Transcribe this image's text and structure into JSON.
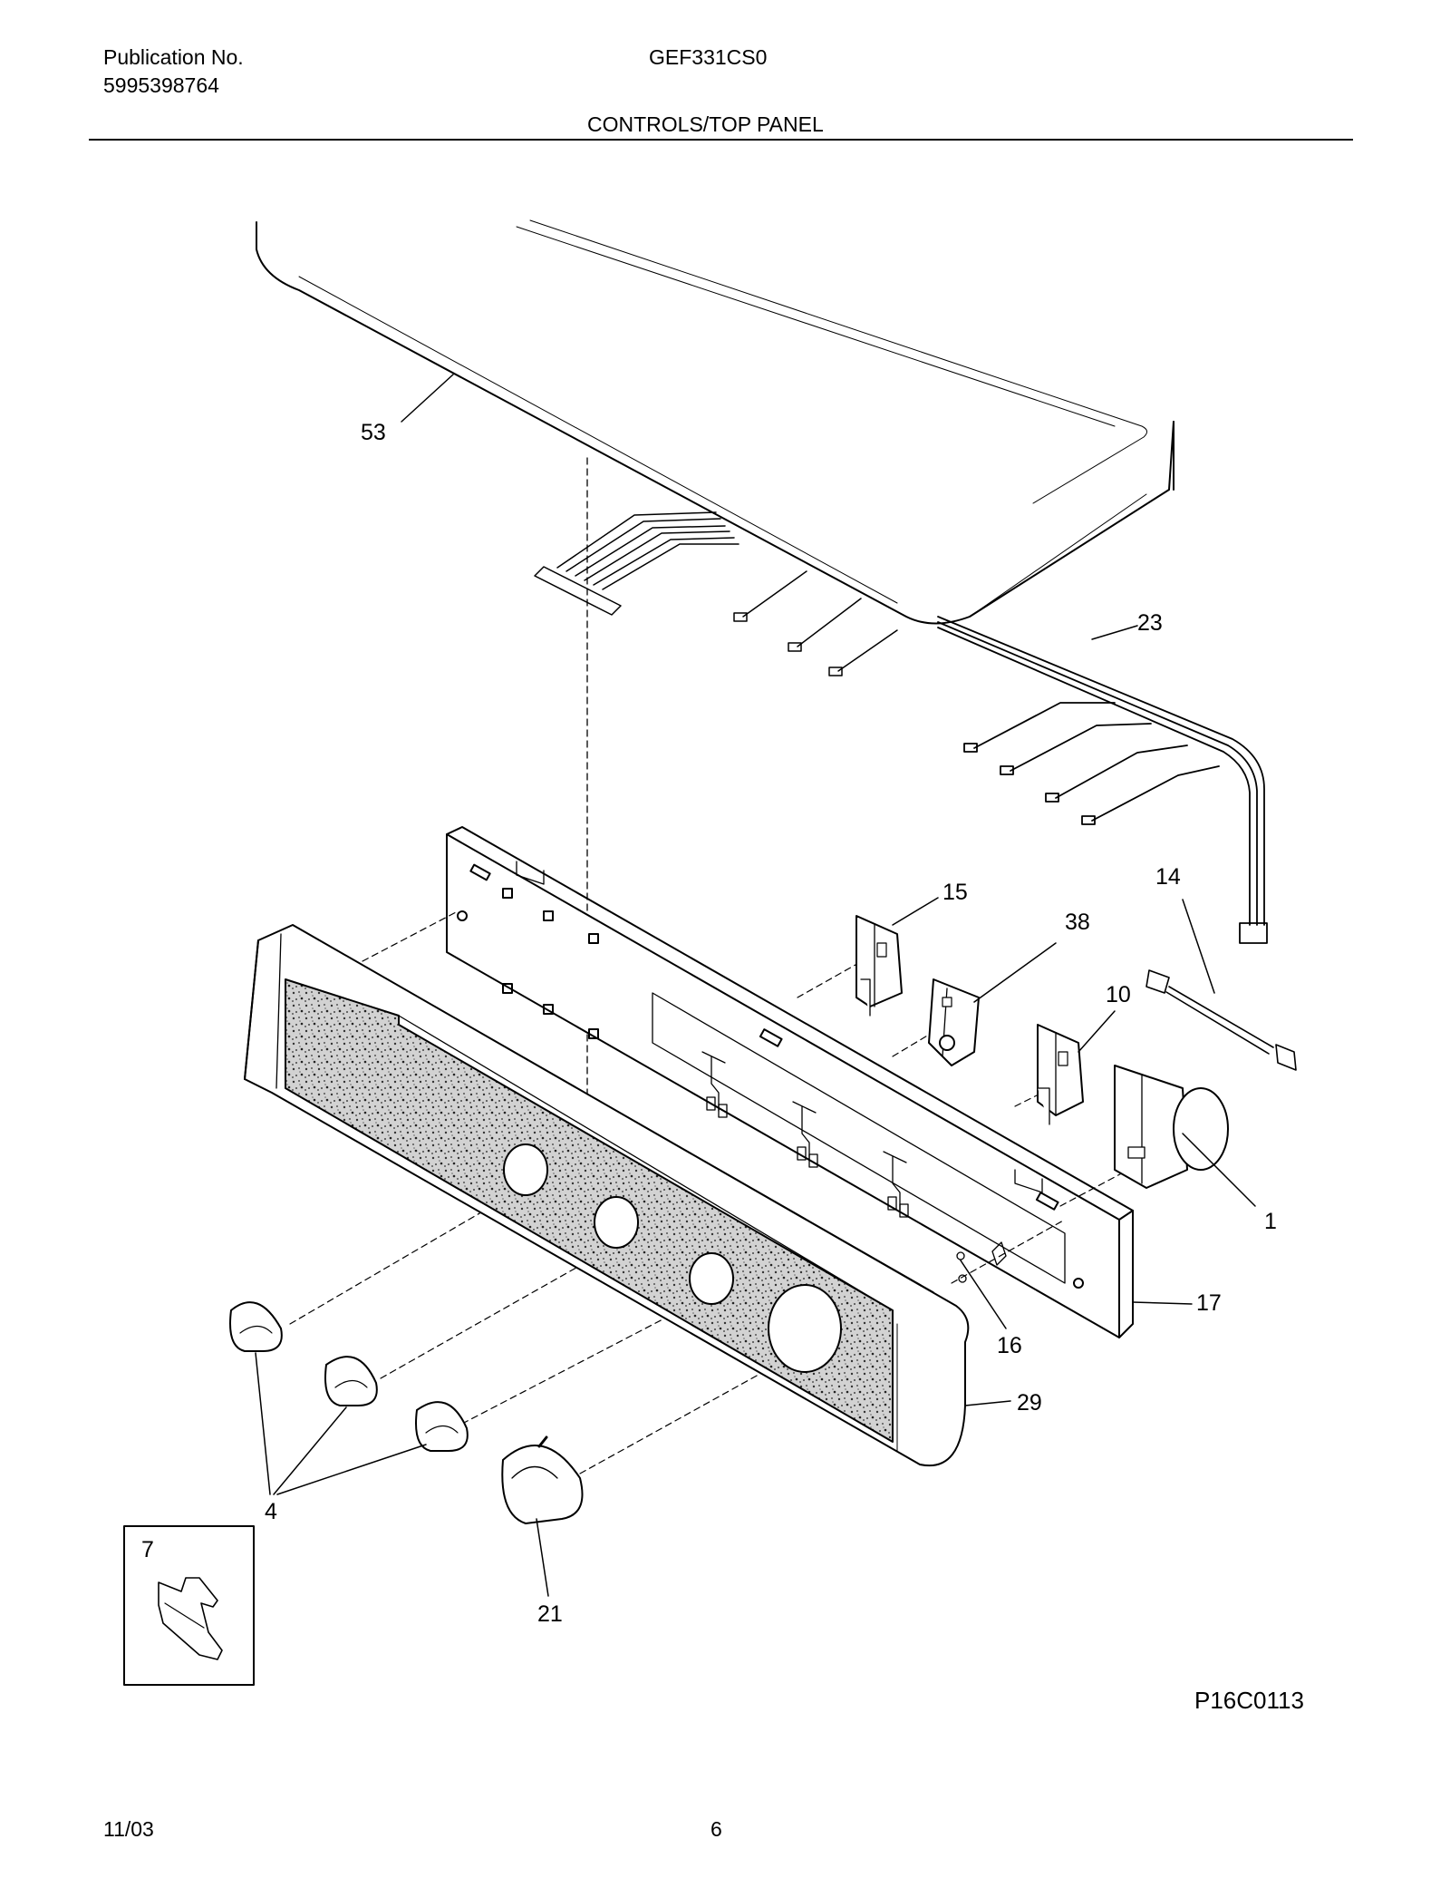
{
  "header": {
    "publication_label": "Publication No.",
    "publication_number": "5995398764",
    "model": "GEF331CS0",
    "section_title": "CONTROLS/TOP PANEL"
  },
  "callouts": {
    "c53": "53",
    "c23": "23",
    "c14": "14",
    "c15": "15",
    "c38": "38",
    "c10": "10",
    "c1": "1",
    "c17": "17",
    "c16": "16",
    "c29": "29",
    "c4": "4",
    "c7": "7",
    "c21": "21"
  },
  "footer": {
    "figure_code": "P16C0113",
    "date": "11/03",
    "page_number": "6"
  }
}
